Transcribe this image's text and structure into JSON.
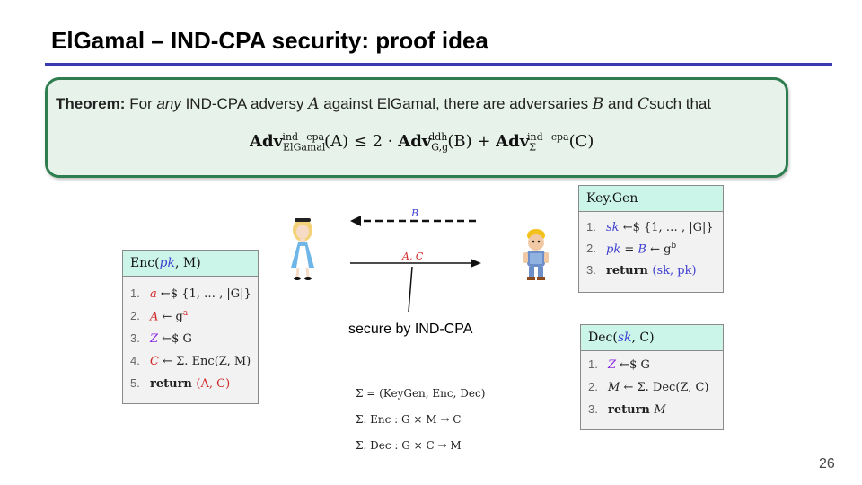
{
  "slide": {
    "title": "ElGamal – IND-CPA security: proof idea",
    "page_number": "26"
  },
  "theorem": {
    "label": "Theorem:",
    "text_pre": "For ",
    "any": "any",
    "text_mid": " IND-CPA adversy ",
    "var_a": "A",
    "text_mid2": " against ElGamal, there are adversaries ",
    "var_b": "B",
    "and": " and ",
    "var_c": "C",
    "text_post": "such that",
    "formula": {
      "lhs_adv": "Adv",
      "lhs_sup": "ind−cpa",
      "lhs_sub": "ElGamal",
      "lhs_arg": "(A) ≤ 2 · ",
      "mid_adv": "Adv",
      "mid_sup": "ddh",
      "mid_sub": "G,g",
      "mid_arg": "(B) + ",
      "rhs_adv": "Adv",
      "rhs_sup": "ind−cpa",
      "rhs_sub": "Σ",
      "rhs_arg": "(C)"
    }
  },
  "keygen": {
    "header": "Key.Gen",
    "lines": [
      {
        "n": "1.",
        "lhs": "sk",
        "arrow": " ←$ ",
        "rhs": "{1, … , |G|}"
      },
      {
        "n": "2.",
        "lhs": "pk",
        "eq": " = ",
        "b": "B",
        "rhs": " ← g",
        "sup": "b"
      },
      {
        "n": "3.",
        "kw": "return ",
        "args": "(sk, pk)"
      }
    ]
  },
  "enc": {
    "header_pre": "Enc(",
    "header_pk": "pk",
    "header_post": ", M)",
    "lines": [
      {
        "n": "1.",
        "lhs": "a",
        "rhs": " ←$ {1, … , |G|}"
      },
      {
        "n": "2.",
        "lhs": "A",
        "rhs": " ← g",
        "sup": "a"
      },
      {
        "n": "3.",
        "lhs": "Z",
        "rhs": " ←$ G"
      },
      {
        "n": "4.",
        "lhs": "C",
        "rhs": " ← Σ. Enc(Z, M)"
      },
      {
        "n": "5.",
        "kw": "return ",
        "args": "(A, C)"
      }
    ]
  },
  "dec": {
    "header_pre": "Dec(",
    "header_sk": "sk",
    "header_post": ", C)",
    "lines": [
      {
        "n": "1.",
        "lhs": "Z",
        "rhs": " ←$ G"
      },
      {
        "n": "2.",
        "lhs": "M",
        "rhs": " ← Σ. Dec(Z, C)"
      },
      {
        "n": "3.",
        "kw": "return ",
        "args": "M"
      }
    ]
  },
  "diagram": {
    "label_b": "B",
    "label_ac": "A, C",
    "secure_text": "secure by IND-CPA"
  },
  "sigma": {
    "def": "Σ = (KeyGen, Enc, Dec)",
    "enc": "Σ. Enc : G × M → C",
    "dec": "Σ. Dec : G × C → M"
  }
}
